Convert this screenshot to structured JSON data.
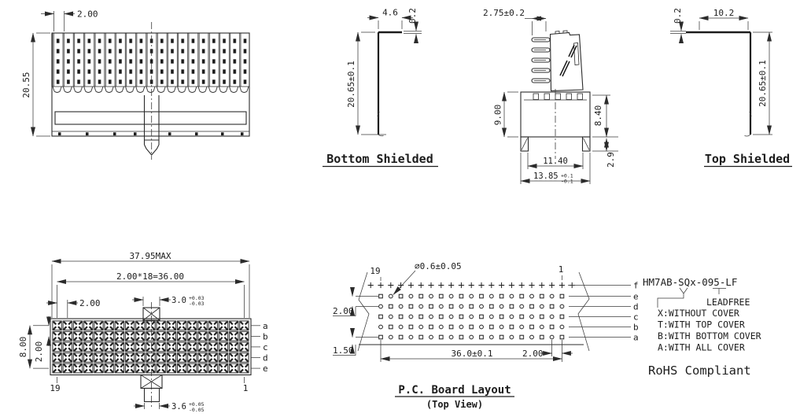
{
  "front_view": {
    "pitch": "2.00",
    "height": "20.55"
  },
  "bottom_shielded": {
    "label": "Bottom Shielded",
    "width": "4.6",
    "thickness": "0.2",
    "height": "20.65±0.1"
  },
  "side_view": {
    "pin_len": "2.75±0.2",
    "body_h": "9.00",
    "shell_h": "8.40",
    "foot_h": "2.9",
    "inner_w": "11.40",
    "outer_w": "13.85",
    "outer_tol_plus": "+0.1",
    "outer_tol_minus": "-0.1"
  },
  "top_shielded": {
    "label": "Top Shielded",
    "width": "10.2",
    "thickness": "0.2",
    "height": "20.65±0.1"
  },
  "top_view": {
    "max_width": "37.95MAX",
    "total": "2.00*18=36.00",
    "pitch": "2.00",
    "row_span": "8.00",
    "row_pitch": "2.00",
    "tab_top": "3.0",
    "tab_top_tol_plus": "+0.03",
    "tab_top_tol_minus": "-0.03",
    "tab_bottom": "3.6",
    "tab_bottom_tol_plus": "+0.05",
    "tab_bottom_tol_minus": "-0.05",
    "row_labels": [
      "a",
      "b",
      "c",
      "d",
      "e"
    ],
    "pos_first": "19",
    "pos_last": "1"
  },
  "pcb": {
    "title": "P.C. Board Layout",
    "subtitle": "(Top View)",
    "hole": "∅0.6±0.05",
    "row_pitch": "2.00",
    "edge": "1.50",
    "total": "36.0±0.1",
    "pitch": "2.00",
    "row_labels": [
      "f",
      "e",
      "d",
      "c",
      "b",
      "a"
    ],
    "pos_first": "19",
    "pos_last": "1"
  },
  "part": {
    "number": "HM7AB-SQx-095-LF",
    "leadfree": "LEADFREE",
    "opt_x": "X:WITHOUT COVER",
    "opt_t": "T:WITH TOP COVER",
    "opt_b": "B:WITH BOTTOM COVER",
    "opt_a": "A:WITH ALL COVER",
    "rohs": "RoHS Compliant"
  }
}
